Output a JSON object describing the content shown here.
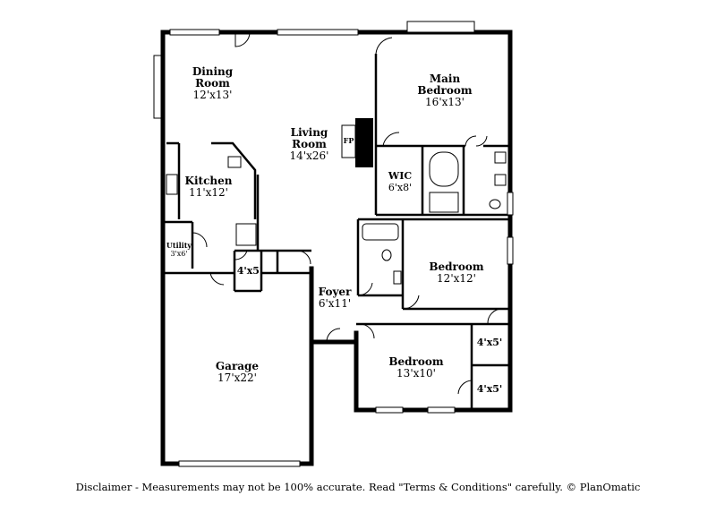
{
  "rooms": {
    "dining": {
      "name_line1": "Dining",
      "name_line2": "Room",
      "size": "12'x13'"
    },
    "living": {
      "name_line1": "Living",
      "name_line2": "Room",
      "size": "14'x26'"
    },
    "main_bedroom": {
      "name_line1": "Main",
      "name_line2": "Bedroom",
      "size": "16'x13'"
    },
    "kitchen": {
      "name": "Kitchen",
      "size": "11'x12'"
    },
    "wic": {
      "name": "WIC",
      "size": "6'x8'"
    },
    "utility": {
      "name": "Utility",
      "size": "3'x6'"
    },
    "closet_hall": {
      "size": "4'x5'"
    },
    "bedroom2": {
      "name": "Bedroom",
      "size": "12'x12'"
    },
    "foyer": {
      "name": "Foyer",
      "size": "6'x11'"
    },
    "closet_right1": {
      "size": "4'x5'"
    },
    "bedroom3": {
      "name": "Bedroom",
      "size": "13'x10'"
    },
    "closet_right2": {
      "size": "4'x5'"
    },
    "garage": {
      "name": "Garage",
      "size": "17'x22'"
    }
  },
  "fireplace_label": "FP",
  "disclaimer": "Disclaimer - Measurements may not be 100% accurate. Read \"Terms & Conditions\" carefully. © PlanOmatic"
}
